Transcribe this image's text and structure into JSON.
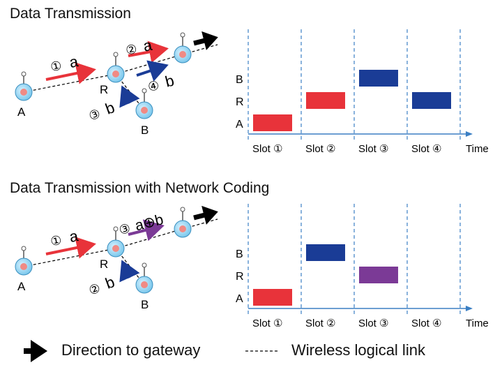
{
  "sections": [
    {
      "title": "Data Transmission",
      "nodes": {
        "a": "A",
        "r": "R",
        "b": "B"
      },
      "flows": [
        {
          "num": "①",
          "label": "a",
          "color": "#e8333a"
        },
        {
          "num": "②",
          "label": "a",
          "color": "#e8333a"
        },
        {
          "num": "③",
          "label": "b",
          "color": "#1a3c96"
        },
        {
          "num": "④",
          "label": "b",
          "color": "#1a3c96"
        }
      ],
      "chart": {
        "rows": [
          "B",
          "R",
          "A"
        ],
        "slots": [
          "Slot ①",
          "Slot ②",
          "Slot ③",
          "Slot ④"
        ],
        "time_label": "Time",
        "transmissions": [
          {
            "slot": 1,
            "row": "A",
            "color": "#e8333a"
          },
          {
            "slot": 2,
            "row": "R",
            "color": "#e8333a"
          },
          {
            "slot": 3,
            "row": "B",
            "color": "#1a3c96"
          },
          {
            "slot": 4,
            "row": "R",
            "color": "#1a3c96"
          }
        ]
      }
    },
    {
      "title": "Data Transmission with Network Coding",
      "nodes": {
        "a": "A",
        "r": "R",
        "b": "B"
      },
      "flows": [
        {
          "num": "①",
          "label": "a",
          "color": "#e8333a"
        },
        {
          "num": "②",
          "label": "b",
          "color": "#1a3c96"
        },
        {
          "num": "③",
          "label": "a⊕b",
          "color": "#7b3a96"
        }
      ],
      "chart": {
        "rows": [
          "B",
          "R",
          "A"
        ],
        "slots": [
          "Slot ①",
          "Slot ②",
          "Slot ③",
          "Slot ④"
        ],
        "time_label": "Time",
        "transmissions": [
          {
            "slot": 1,
            "row": "A",
            "color": "#e8333a"
          },
          {
            "slot": 2,
            "row": "B",
            "color": "#1a3c96"
          },
          {
            "slot": 3,
            "row": "R",
            "color": "#7b3a96"
          }
        ]
      }
    }
  ],
  "legend": {
    "gateway_label": "Direction to gateway",
    "link_label": "Wireless logical link"
  },
  "colors": {
    "red": "#e8333a",
    "blue": "#1a3c96",
    "purple": "#7b3a96",
    "axis": "#3b7fc4",
    "node": "#8fd4f2",
    "node_core": "#f08a84"
  }
}
